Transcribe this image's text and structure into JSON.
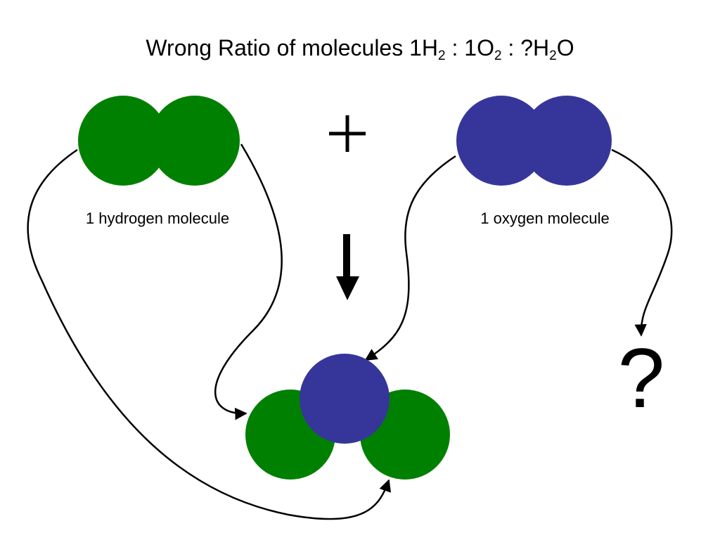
{
  "title": {
    "part1": "Wrong Ratio of molecules 1H",
    "sub1": "2",
    "part2": " : 1O",
    "sub2": "2",
    "part3": " : ?H",
    "sub3": "2",
    "part4": "O"
  },
  "labels": {
    "hydrogen": "1 hydrogen molecule",
    "oxygen": "1 oxygen molecule"
  },
  "unknown_product": "?",
  "colors": {
    "hydrogen": "#008000",
    "oxygen": "#36369a",
    "ink": "#000000"
  }
}
